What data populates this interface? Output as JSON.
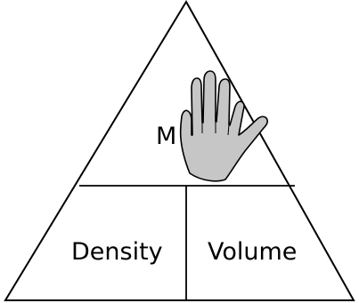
{
  "diagram": {
    "top_label": "M",
    "left_label": "Density",
    "right_label": "Volume",
    "cover_icon": "raised-hand-icon",
    "colors": {
      "line": "#000000",
      "hand_fill": "#c6c6c6",
      "hand_outline": "#000000",
      "background": "#ffffff"
    }
  }
}
